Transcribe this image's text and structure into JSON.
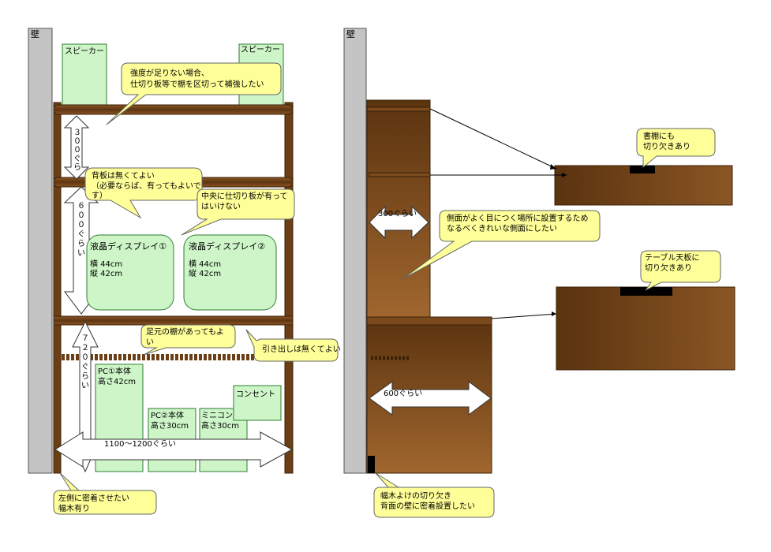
{
  "colors": {
    "wall": "#c4c4c4",
    "shelf": "#7a4a1c",
    "shelf_dark": "#5c3510",
    "green": "#cdf5c8",
    "green_border": "#2e7d32",
    "callout": "#ffff99",
    "callout_border": "#666666"
  },
  "front_view": {
    "wall_label": "壁",
    "speaker_left": "スピーカー",
    "speaker_right": "スピーカー",
    "callout_reinforce": [
      "強度が足りない場合、",
      "仕切り板等で棚を区切って補強したい"
    ],
    "dim_300": [
      "３",
      "０",
      "０",
      "ぐ",
      "ら"
    ],
    "callout_backboard": [
      "背板は無くてよい",
      "（必要ならば、有ってもよいで",
      "す）"
    ],
    "dim_600": [
      "６",
      "０",
      "０",
      "ぐ",
      "ら",
      "い"
    ],
    "callout_no_divider": [
      "中央に仕切り板が有って",
      "はいけない"
    ],
    "lcd1": {
      "title": "液晶ディスプレイ①",
      "width": "横 44cm",
      "height": "縦 42cm"
    },
    "lcd2": {
      "title": "液晶ディスプレイ②",
      "width": "横 44cm",
      "height": "縦 42cm"
    },
    "callout_foot_shelf": [
      "足元の棚があってもよ",
      "い"
    ],
    "callout_no_drawer": "引き出しは無くてよい",
    "dim_720": [
      "７",
      "２",
      "０",
      "ぐ",
      "ら",
      "い"
    ],
    "pc1": [
      "PC①本体",
      "高さ42cm"
    ],
    "pc2": [
      "PC②本体",
      "高さ30cm"
    ],
    "minicompo": [
      "ミニコンポ",
      "高さ30cm"
    ],
    "outlet": "コンセント",
    "dim_width": "1100～1200ぐらい",
    "callout_left": [
      "左側に密着させたい",
      "幅木有り"
    ]
  },
  "side_view": {
    "wall_label": "壁",
    "callout_bookshelf": [
      "書棚にも",
      "切り欠きあり"
    ],
    "callout_table": [
      "テーブル天板に",
      "切り欠きあり"
    ],
    "dim_300": "300ぐらい",
    "callout_side": [
      "側面がよく目につく場所に設置するため",
      "なるべくきれいな側面にしたい"
    ],
    "dim_600": "600ぐらい",
    "callout_baseboard": [
      "幅木よけの切り欠き",
      "背面の壁に密着設置したい"
    ]
  }
}
